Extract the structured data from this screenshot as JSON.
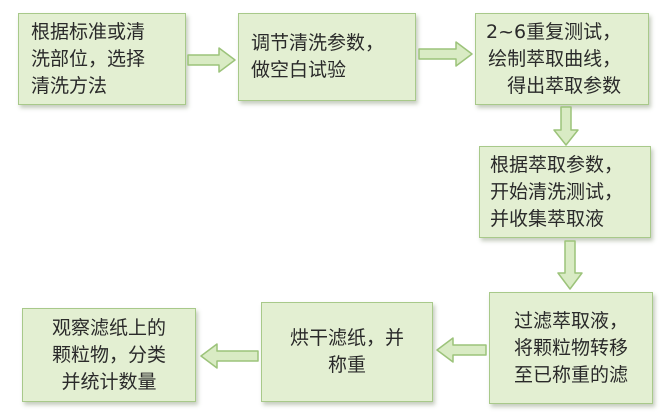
{
  "steps": [
    {
      "id": "step1",
      "text": "根据标准或清\n洗部位，选择\n清洗方法"
    },
    {
      "id": "step2",
      "text": "调节清洗参数，\n做空白试验"
    },
    {
      "id": "step3",
      "text": "2~6重复测试，\n绘制萃取曲线，\n得出萃取参数"
    },
    {
      "id": "step4",
      "text": "根据萃取参数，\n开始清洗测试，\n并收集萃取液"
    },
    {
      "id": "step5",
      "text": "过滤萃取液，\n将颗粒物转移\n至已称重的滤"
    },
    {
      "id": "step6",
      "text": "烘干滤纸，并\n称重"
    },
    {
      "id": "step7",
      "text": "观察滤纸上的\n颗粒物，分类\n并统计数量"
    }
  ],
  "colors": {
    "box_fill": "#e3efd2",
    "box_border": "#a8c98a",
    "arrow_fill": "#d9ebc4",
    "arrow_stroke": "#9cc37a"
  }
}
